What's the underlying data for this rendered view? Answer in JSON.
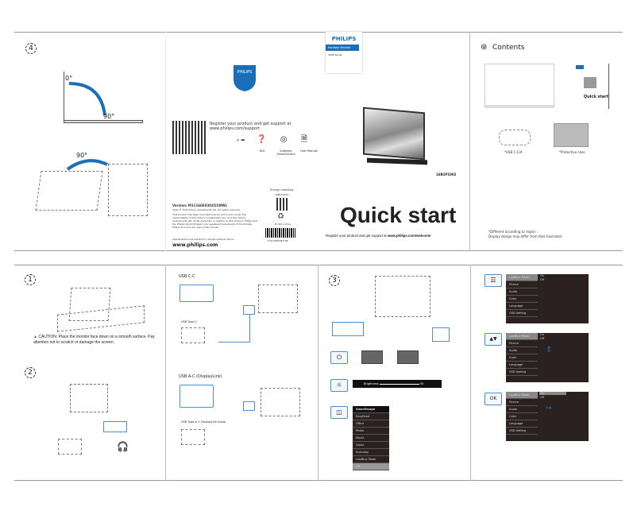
{
  "page1": {
    "step": "4",
    "angle_top": "0°",
    "angle_bottom": "90°",
    "angle_side": "90°"
  },
  "page2": {
    "register_text": "Register your product and get support at www.philips.com/support",
    "icons": [
      {
        "label": "FAQ",
        "icon": "faq-icon"
      },
      {
        "label": "Software SmartControl",
        "icon": "smartcontrol-icon"
      },
      {
        "label": "User Manual",
        "icon": "manual-icon"
      }
    ],
    "version": "Version: M11166E0302Q1WWL",
    "copyright": "2022 © TOP Victory Investments Ltd. All rights reserved.",
    "legal": "This product has been manufactured by and is sold under the responsibility of Top Victory Investments Ltd., and Top Victory Investments Ltd. is the warrantor in relation to this product. Philips and the Philips Shield Emblem are registered trademarks of Koninklijke Philips N.V. and are used under license.",
    "specs": "Specifications are subject to change without notice.",
    "website": "www.philips.com",
    "energy_label": "Energy Labelling",
    "energy_model": "16B1P3302",
    "recycle": "Printed in China",
    "barcode_number": "F410169F0E3.0B"
  },
  "page3": {
    "brand": "PHILIPS",
    "product_line": "Portable Monitor",
    "series": "3000 Series",
    "model": "16B1P3302",
    "title": "Quick start",
    "register_text": "Register your product and get support at ",
    "register_url": "www.philips.com/welcome"
  },
  "page4": {
    "heading": "Contents",
    "qs_thumb": "Quick start",
    "items": [
      "*USB C-C/A",
      "*Protective case"
    ],
    "note1": "*Different according to region",
    "note2": "Display design may differ from that illustrated"
  },
  "page5": {
    "step1": "1",
    "step2": "2",
    "caution": "CAUTION: Place the monitor face down on a smooth surface. Pay attention not to scratch or damage the screen."
  },
  "page6": {
    "usbcc": "USB C-C",
    "usb_type_c": "USB Type-C",
    "usbac": "USB A-C (DisplayLink)",
    "usb_type_a": "USB Type-A + DisplayLink driver"
  },
  "page7": {
    "step": "3",
    "brightness": "Brightness",
    "brightness_value": "50",
    "smartimage_title": "SmartImage",
    "smartimage_items": [
      "EasyRead",
      "Office",
      "Photo",
      "Movie",
      "Game",
      "Economy",
      "LowBlue Mode",
      "Off"
    ]
  },
  "page8": {
    "ok_label": "OK",
    "osd_menu": [
      "LowBlue Mode",
      "Picture",
      "Audio",
      "Color",
      "Language",
      "OSD Setting"
    ],
    "osd_sub": [
      "On",
      "Off"
    ]
  },
  "colors": {
    "accent": "#1a6fb8",
    "osd_bg": "#2b2120"
  }
}
